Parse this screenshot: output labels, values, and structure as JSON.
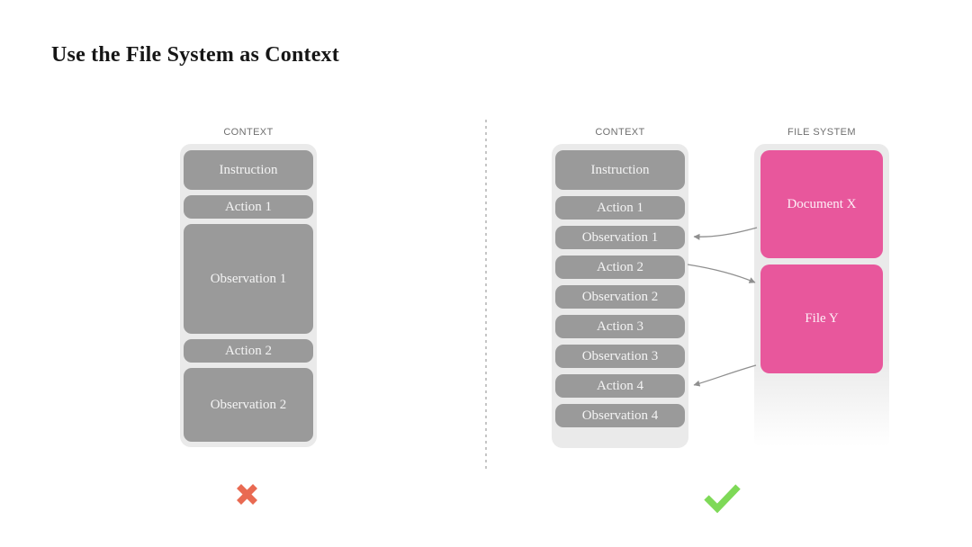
{
  "title": "Use the File System as Context",
  "left_panel": {
    "header": "CONTEXT",
    "boxes": [
      {
        "label": "Instruction",
        "h": 44
      },
      {
        "label": "Action 1",
        "h": 26
      },
      {
        "label": "Observation 1",
        "h": 122
      },
      {
        "label": "Action 2",
        "h": 26
      },
      {
        "label": "Observation 2",
        "h": 82
      }
    ],
    "verdict": "rejected"
  },
  "right_panel": {
    "context": {
      "header": "CONTEXT",
      "boxes": [
        {
          "label": "Instruction",
          "h": 44
        },
        {
          "label": "Action 1",
          "h": 26
        },
        {
          "label": "Observation 1",
          "h": 26
        },
        {
          "label": "Action 2",
          "h": 26
        },
        {
          "label": "Observation 2",
          "h": 26
        },
        {
          "label": "Action 3",
          "h": 26
        },
        {
          "label": "Observation 3",
          "h": 26
        },
        {
          "label": "Action 4",
          "h": 26
        },
        {
          "label": "Observation 4",
          "h": 26
        }
      ]
    },
    "file_system": {
      "header": "FILE SYSTEM",
      "boxes": [
        {
          "label": "Document X",
          "h": 120
        },
        {
          "label": "File Y",
          "h": 121
        }
      ]
    },
    "verdict": "approved"
  },
  "arrows": [
    {
      "from": "Document X",
      "to": "Observation 1"
    },
    {
      "from": "Action 2",
      "to": "File Y"
    },
    {
      "from": "File Y",
      "to": "Action 4"
    }
  ],
  "colors": {
    "context_box": "#9A9A9A",
    "panel_background": "#EAEAEA",
    "file_box": "#E8579C",
    "cross": "#E96A52",
    "check": "#7ED957",
    "arrow": "#8F8F8F"
  }
}
